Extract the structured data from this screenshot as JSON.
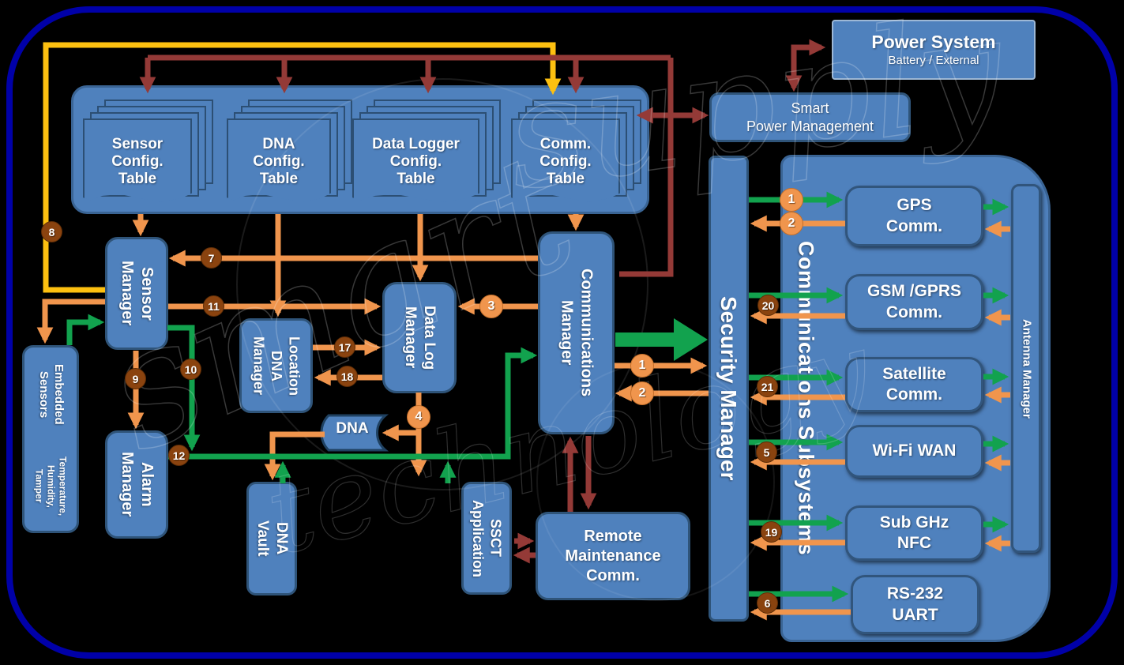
{
  "colors": {
    "background": "#000000",
    "frame_navy": "#0000a8",
    "box_fill": "#4f81bd",
    "box_border": "#2f5479",
    "arrow_orange": "#f0954d",
    "arrow_green": "#12a24e",
    "arrow_maroon": "#943a37",
    "arrow_yellow": "#fdc010",
    "badge_dark": "#8a430f",
    "badge_light": "#f0954d",
    "text": "#ffffff"
  },
  "watermark": {
    "w1": "smart",
    "w2": "supply",
    "w3": "technology"
  },
  "power_system": {
    "title": "Power System",
    "subtitle": "Battery / External"
  },
  "smart_power": {
    "label": "Smart\nPower Management"
  },
  "config_tables": {
    "sensor": "Sensor\nConfig.\nTable",
    "dna": "DNA\nConfig.\nTable",
    "data_logger": "Data Logger\nConfig.\nTable",
    "comm": "Comm.\nConfig.\nTable"
  },
  "managers": {
    "sensor": "Sensor\nManager",
    "alarm": "Alarm\nManager",
    "location_dna": "Location\nDNA\nManager",
    "data_log": "Data Log\nManager",
    "communications": "Communications\nManager",
    "security": "Security Manager"
  },
  "embedded_sensors": {
    "title": "Embedded Sensors",
    "subtitle": "Temperature, Humidity,\nTamper"
  },
  "dna": {
    "banner": "DNA",
    "vault": "DNA\nVault"
  },
  "ssct": {
    "label": "SSCT\nApplication"
  },
  "remote_maintenance": {
    "label": "Remote\nMaintenance\nComm."
  },
  "comm_subsystems": {
    "label": "Communications Subsystems",
    "antenna": "Antenna Manager",
    "gps": "GPS\nComm.",
    "gsm": "GSM /GPRS\nComm.",
    "satellite": "Satellite\nComm.",
    "wifi": "Wi-Fi WAN",
    "subghz": "Sub GHz\nNFC",
    "rs232": "RS-232\nUART"
  },
  "badges": {
    "n1": "1",
    "n2": "2",
    "n3": "3",
    "n4": "4",
    "n5": "5",
    "n6": "6",
    "n7": "7",
    "n8": "8",
    "n9": "9",
    "n10": "10",
    "n11": "11",
    "n12": "12",
    "n17": "17",
    "n18": "18",
    "n19": "19",
    "n20": "20",
    "n21": "21"
  }
}
